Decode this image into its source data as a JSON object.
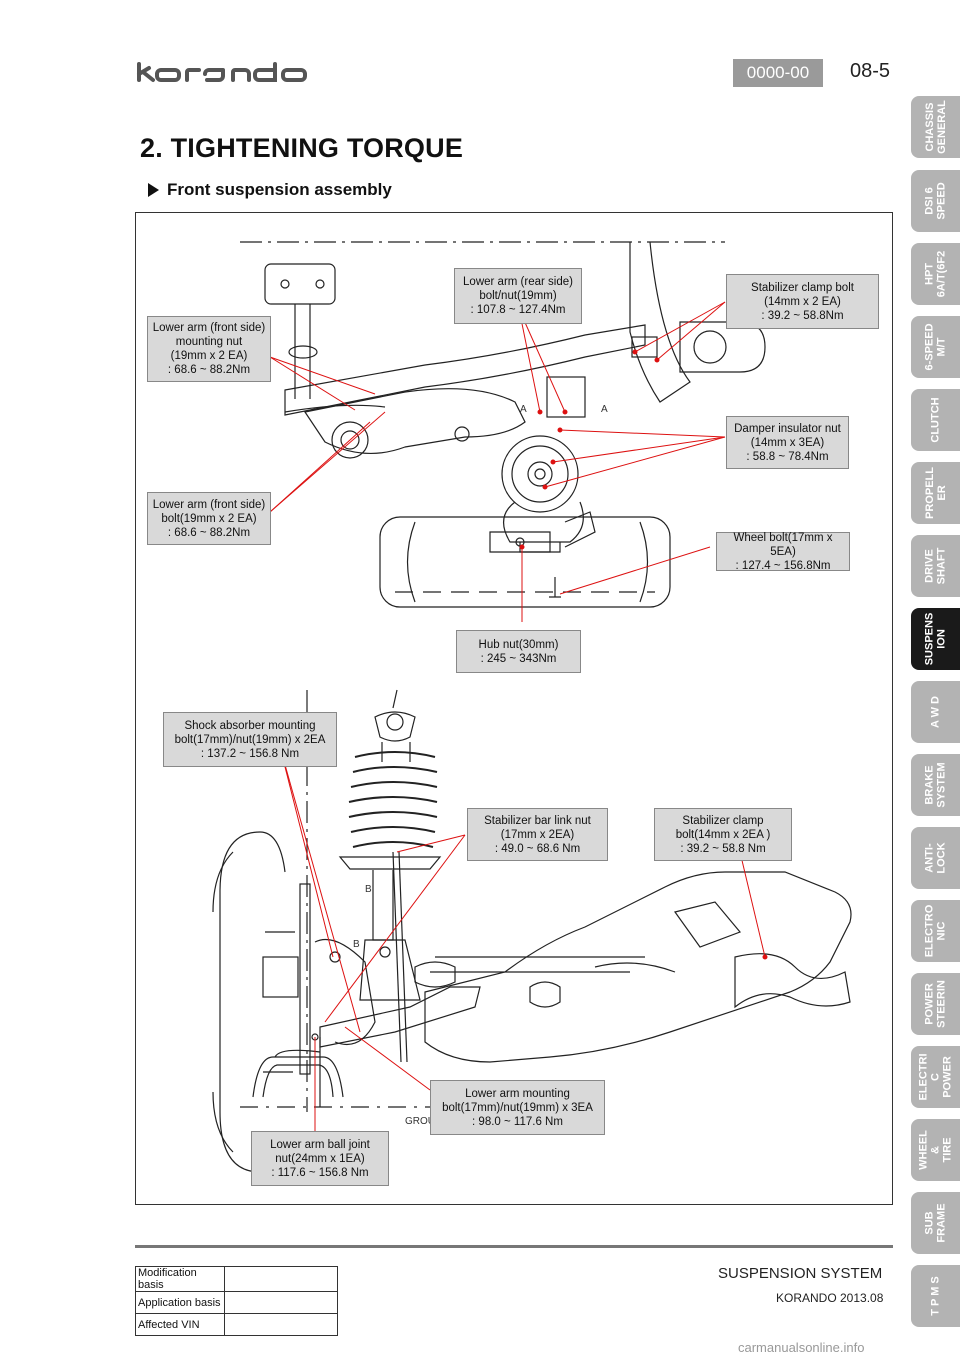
{
  "header": {
    "logo_text": "korando",
    "code": "0000-00",
    "page": "08-5"
  },
  "title": "2. TIGHTENING TORQUE",
  "subtitle": "Front suspension assembly",
  "callouts": {
    "lower_arm_rear_bolt": "Lower arm (rear side)\nbolt/nut(19mm)\n: 107.8 ~ 127.4Nm",
    "stabilizer_clamp_bolt": "Stabilizer clamp bolt\n(14mm x 2 EA)\n: 39.2 ~ 58.8Nm",
    "lower_arm_front_nut": "Lower arm (front side)\nmounting nut\n(19mm x 2 EA)\n: 68.6 ~ 88.2Nm",
    "damper_insulator_nut": "Damper insulator nut\n(14mm x 3EA)\n: 58.8 ~ 78.4Nm",
    "lower_arm_front_bolt": "Lower arm (front side)\nbolt(19mm x 2 EA)\n: 68.6 ~ 88.2Nm",
    "wheel_bolt": "Wheel bolt(17mm x 5EA)\n: 127.4 ~ 156.8Nm",
    "hub_nut": "Hub nut(30mm)\n: 245 ~ 343Nm",
    "shock_absorber_mounting": "Shock absorber mounting\nbolt(17mm)/nut(19mm) x 2EA\n: 137.2 ~ 156.8 Nm",
    "stabilizer_bar_link_nut": "Stabilizer bar link nut\n(17mm x 2EA)\n: 49.0 ~ 68.6 Nm",
    "stabilizer_clamp_bolt_2": "Stabilizer clamp\nbolt(14mm x 2EA )\n: 39.2 ~ 58.8 Nm",
    "lower_arm_mounting_bolt": "Lower arm mounting\nbolt(17mm)/nut(19mm) x 3EA\n: 98.0 ~ 117.6 Nm",
    "lower_arm_ball_joint_nut": "Lower arm ball joint\nnut(24mm x 1EA)\n: 117.6 ~ 156.8 Nm"
  },
  "diagram_labels": {
    "a_left": "A",
    "a_right": "A",
    "b_top": "B",
    "b_bottom": "B",
    "ground": "GROU"
  },
  "tabs": [
    {
      "label": "CHASSIS\nGENERAL",
      "active": false
    },
    {
      "label": "DSI 6\nSPEED",
      "active": false
    },
    {
      "label": "HPT\n6A/T(6F2",
      "active": false
    },
    {
      "label": "6-SPEED\nM/T",
      "active": false
    },
    {
      "label": "CLUTCH",
      "active": false
    },
    {
      "label": "PROPELL\nER",
      "active": false
    },
    {
      "label": "DRIVE\nSHAFT",
      "active": false
    },
    {
      "label": "SUSPENS\nION",
      "active": true
    },
    {
      "label": "A W D",
      "active": false
    },
    {
      "label": "BRAKE\nSYSTEM",
      "active": false
    },
    {
      "label": "ANTI-\nLOCK",
      "active": false
    },
    {
      "label": "ELECTRO\nNIC",
      "active": false
    },
    {
      "label": "POWER\nSTEERIN",
      "active": false
    },
    {
      "label": "ELECTRI\nC POWER",
      "active": false
    },
    {
      "label": "WHEEL &\nTIRE",
      "active": false
    },
    {
      "label": "SUB\nFRAME",
      "active": false
    },
    {
      "label": "T P M S",
      "active": false
    }
  ],
  "footer": {
    "section_title": "SUSPENSION SYSTEM",
    "model": "KORANDO 2013.08",
    "table": [
      {
        "label": "Modification basis",
        "value": ""
      },
      {
        "label": "Application basis",
        "value": ""
      },
      {
        "label": "Affected VIN",
        "value": ""
      }
    ],
    "watermark": "carmanualsonline.info"
  }
}
